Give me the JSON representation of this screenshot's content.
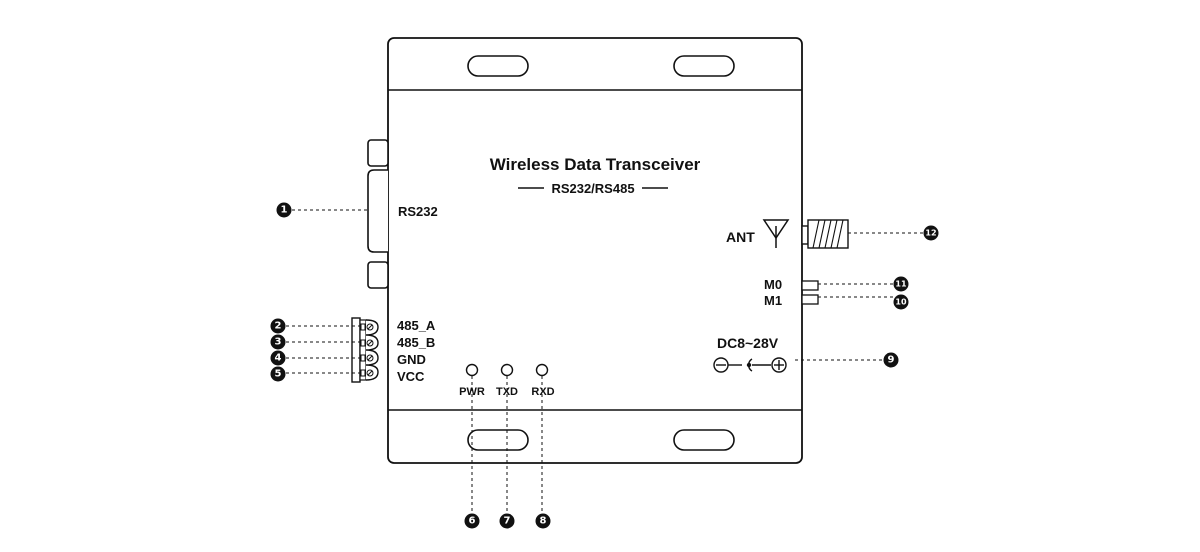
{
  "device": {
    "title": "Wireless Data Transceiver",
    "subtitle": "RS232/RS485"
  },
  "ports": {
    "rs232": "RS232",
    "ant": "ANT",
    "m0": "M0",
    "m1": "M1",
    "power": "DC8~28V",
    "terminals": [
      "485_A",
      "485_B",
      "GND",
      "VCC"
    ]
  },
  "leds": [
    "PWR",
    "TXD",
    "RXD"
  ],
  "callouts": [
    "1",
    "2",
    "3",
    "4",
    "5",
    "6",
    "7",
    "8",
    "9",
    "10",
    "11",
    "12"
  ],
  "colors": {
    "stroke": "#111111",
    "callout_fill": "#111111"
  }
}
